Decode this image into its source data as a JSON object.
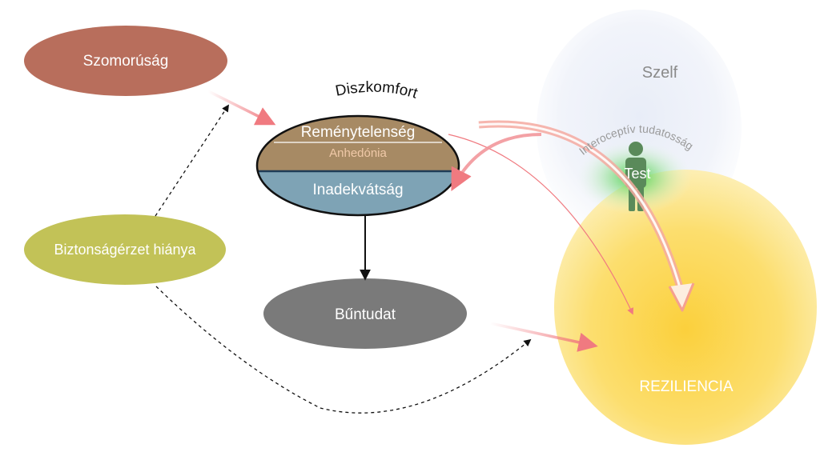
{
  "nodes": {
    "sadness": "Szomorúság",
    "hopelessness": "Reménytelenség",
    "anhedonia": "Anhedónia",
    "inadequacy": "Inadekvátság",
    "discomfort": "Diszkomfort",
    "guilt": "Bűntudat",
    "lack_of_security": "Biztonságérzet hiánya",
    "self": "Szelf",
    "interoception": "Interoceptív tudatosság",
    "body": "Test",
    "resilience": "REZILIENCIA"
  },
  "colors": {
    "sadness_fill": "#b86e5c",
    "hopelessness_fill": "#a78a64",
    "inadequacy_fill": "#7ea3b5",
    "guilt_fill": "#7a7a7a",
    "security_fill": "#c2c257",
    "resilience_fill": "#fbd64a",
    "self_fill": "#e6ebf6",
    "body_glow": "#3ecf3e",
    "arrow_pink": "#f07a80"
  },
  "icons": {
    "body": "person-icon"
  }
}
